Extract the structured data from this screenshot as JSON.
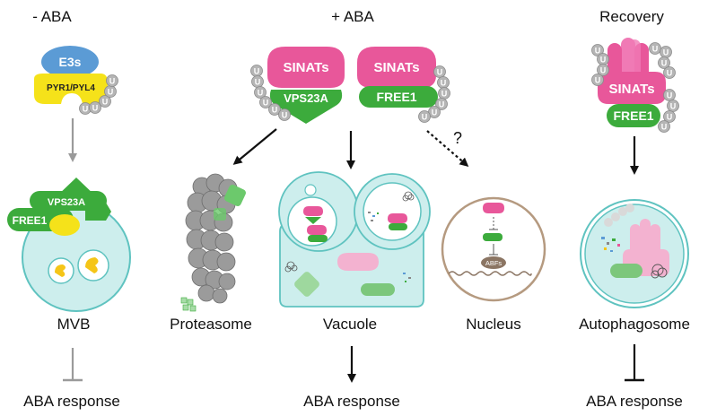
{
  "columns": {
    "minus_aba": {
      "header": "- ABA",
      "e3s": "E3s",
      "receptor": "PYR1/PYL4",
      "vps": "VPS23A",
      "free": "FREE1",
      "caption": "MVB",
      "response": "ABA response"
    },
    "plus_aba": {
      "header": "+ ABA",
      "sinats_left": "SINATs",
      "vps": "VPS23A",
      "sinats_right": "SINATs",
      "free": "FREE1",
      "question": "?",
      "proteasome": "Proteasome",
      "vacuole": "Vacuole",
      "nucleus": "Nucleus",
      "abfs": "ABFs",
      "response": "ABA response"
    },
    "recovery": {
      "header": "Recovery",
      "sinats": "SINATs",
      "free": "FREE1",
      "caption": "Autophagosome",
      "response": "ABA response"
    }
  },
  "ub": "U",
  "colors": {
    "green": "#3cab3c",
    "pink": "#e8579a",
    "yellow": "#f5e21a",
    "blue": "#5b9bd5",
    "gray_ub": "#b5b5b5",
    "mvb_fill": "#cdeeed",
    "mvb_stroke": "#5fc3c0",
    "nucleus_stroke": "#b59a80"
  }
}
